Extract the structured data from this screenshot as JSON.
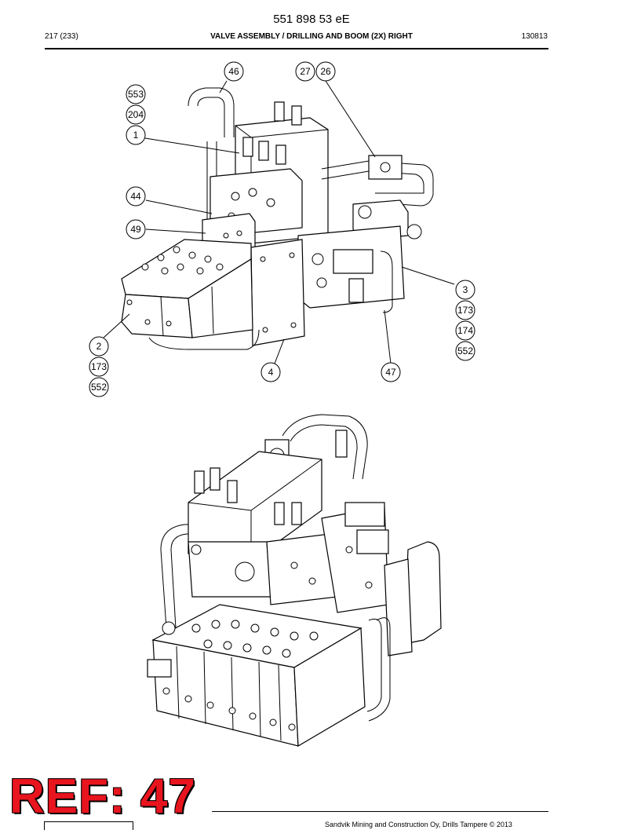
{
  "header": {
    "document_number": "551 898 53 eE",
    "page": "217 (233)",
    "title": "VALVE ASSEMBLY / DRILLING AND BOOM (2X) RIGHT",
    "date_code": "130813"
  },
  "callouts": [
    {
      "id": "c46",
      "label": "46"
    },
    {
      "id": "c27",
      "label": "27"
    },
    {
      "id": "c26",
      "label": "26"
    },
    {
      "id": "c553",
      "label": "553"
    },
    {
      "id": "c204",
      "label": "204"
    },
    {
      "id": "c1",
      "label": "1"
    },
    {
      "id": "c44",
      "label": "44"
    },
    {
      "id": "c49",
      "label": "49"
    },
    {
      "id": "c3",
      "label": "3"
    },
    {
      "id": "c173r",
      "label": "173"
    },
    {
      "id": "c174",
      "label": "174"
    },
    {
      "id": "c552r",
      "label": "552"
    },
    {
      "id": "c2",
      "label": "2"
    },
    {
      "id": "c173l",
      "label": "173"
    },
    {
      "id": "c552l",
      "label": "552"
    },
    {
      "id": "c4",
      "label": "4"
    },
    {
      "id": "c47",
      "label": "47"
    }
  ],
  "stamp": {
    "text": "REF: 47",
    "color": "#e8141e"
  },
  "footer": {
    "copyright": "Sandvik Mining and Construction Oy, Drills Tampere © 2013"
  }
}
